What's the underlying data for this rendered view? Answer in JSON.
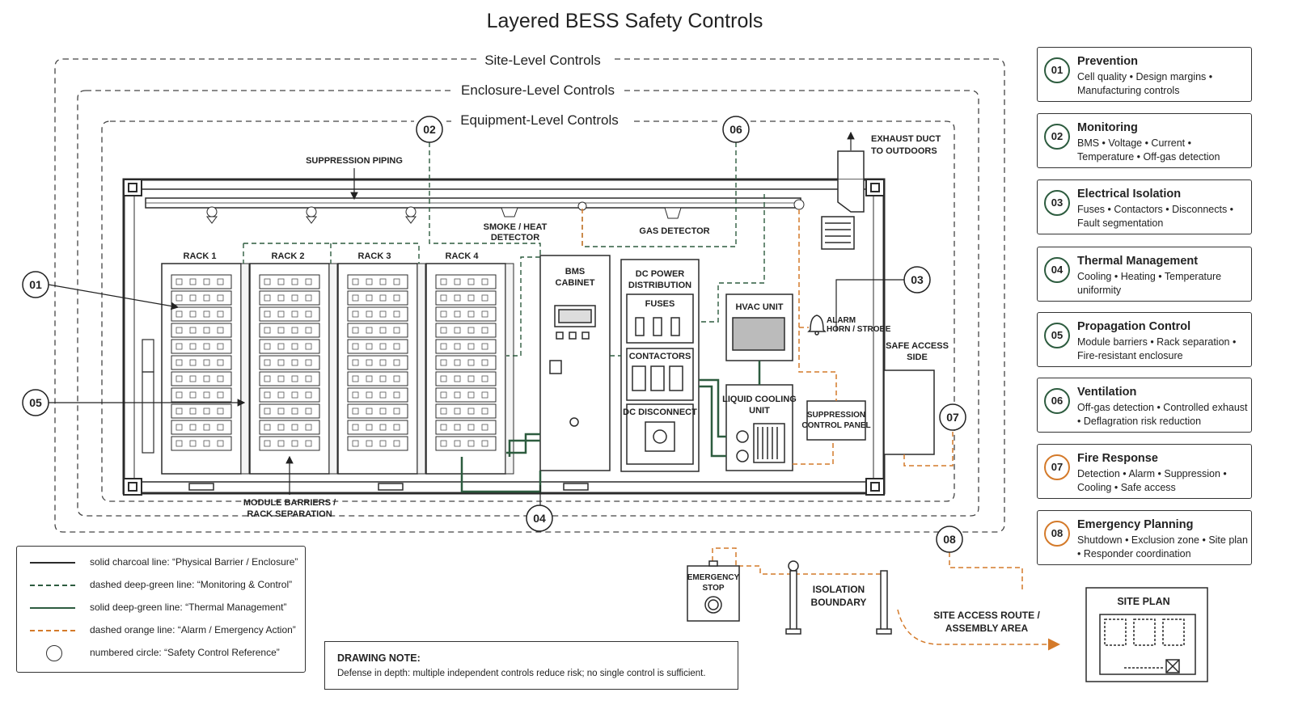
{
  "title": "Layered BESS Safety Controls",
  "levels": {
    "site": "Site-Level Controls",
    "enclosure": "Enclosure-Level Controls",
    "equipment": "Equipment-Level Controls"
  },
  "components": {
    "suppression_piping": "SUPPRESSION PIPING",
    "smoke_heat_detector": [
      "SMOKE / HEAT",
      "DETECTOR"
    ],
    "gas_detector": "GAS DETECTOR",
    "exhaust_duct": [
      "EXHAUST DUCT",
      "TO OUTDOORS"
    ],
    "racks": [
      "RACK 1",
      "RACK 2",
      "RACK 3",
      "RACK 4"
    ],
    "bms_cabinet": [
      "BMS",
      "CABINET"
    ],
    "dc_power_distribution": [
      "DC POWER",
      "DISTRIBUTION"
    ],
    "fuses": "FUSES",
    "contactors": "CONTACTORS",
    "dc_disconnect": "DC DISCONNECT",
    "hvac_unit": "HVAC UNIT",
    "liquid_cooling_unit": [
      "LIQUID COOLING",
      "UNIT"
    ],
    "alarm": [
      "ALARM",
      "HORN / STROBE"
    ],
    "suppression_control_panel": [
      "SUPPRESSION",
      "CONTROL PANEL"
    ],
    "safe_access_side": [
      "SAFE ACCESS",
      "SIDE"
    ],
    "module_barriers": [
      "MODULE BARRIERS /",
      "RACK SEPARATION"
    ],
    "emergency_stop": [
      "EMERGENCY",
      "STOP"
    ],
    "isolation_boundary": [
      "ISOLATION",
      "BOUNDARY"
    ],
    "site_access_route": [
      "SITE ACCESS ROUTE /",
      "ASSEMBLY AREA"
    ],
    "site_plan": "SITE PLAN"
  },
  "callouts": [
    "01",
    "02",
    "03",
    "04",
    "05",
    "06",
    "07",
    "08"
  ],
  "cards": [
    {
      "num": "01",
      "title": "Prevention",
      "desc": "Cell quality • Design margins • Manufacturing controls",
      "color": "#2d5c3f"
    },
    {
      "num": "02",
      "title": "Monitoring",
      "desc": "BMS • Voltage • Current • Temperature • Off-gas detection",
      "color": "#2d5c3f"
    },
    {
      "num": "03",
      "title": "Electrical Isolation",
      "desc": "Fuses • Contactors • Disconnects • Fault segmentation",
      "color": "#2d5c3f"
    },
    {
      "num": "04",
      "title": "Thermal Management",
      "desc": "Cooling • Heating • Temperature uniformity",
      "color": "#2d5c3f"
    },
    {
      "num": "05",
      "title": "Propagation Control",
      "desc": "Module barriers • Rack separation • Fire-resistant enclosure",
      "color": "#2d5c3f"
    },
    {
      "num": "06",
      "title": "Ventilation",
      "desc": "Off-gas detection • Controlled exhaust • Deflagration risk reduction",
      "color": "#2d5c3f"
    },
    {
      "num": "07",
      "title": "Fire Response",
      "desc": "Detection • Alarm • Suppression • Cooling • Safe access",
      "color": "#d47a2a"
    },
    {
      "num": "08",
      "title": "Emergency Planning",
      "desc": "Shutdown • Exclusion zone • Site plan • Responder coordination",
      "color": "#d47a2a"
    }
  ],
  "legend": [
    {
      "style": "solid-charcoal",
      "label": "solid charcoal line: “Physical Barrier / Enclosure”"
    },
    {
      "style": "dashed-green",
      "label": "dashed deep-green line: “Monitoring & Control”"
    },
    {
      "style": "solid-green",
      "label": "solid deep-green line: “Thermal Management”"
    },
    {
      "style": "dashed-orange",
      "label": "dashed orange line: “Alarm / Emergency Action”"
    },
    {
      "style": "circle",
      "label": "numbered circle: “Safety Control Reference”"
    }
  ],
  "note": {
    "title": "DRAWING NOTE:",
    "body": "Defense in depth: multiple independent controls reduce risk; no single control is sufficient."
  },
  "colors": {
    "charcoal": "#2b2b2b",
    "deep_green": "#2d5c3f",
    "orange": "#d47a2a"
  }
}
